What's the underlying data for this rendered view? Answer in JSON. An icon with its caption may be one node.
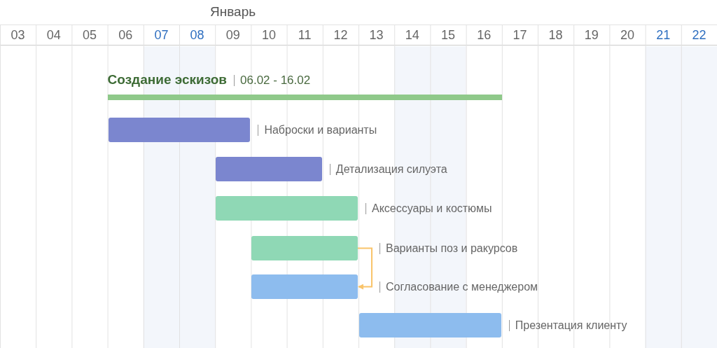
{
  "diagram": {
    "nodes": [
      {
        "text": [
          "Создание эскизов"
        ],
        "beside": [
          "06.02 - 16.02"
        ]
      },
      {
        "text": [
          "Наброски и варианты"
        ]
      },
      {
        "text": [
          "Детализация силуэта"
        ]
      },
      {
        "text": [
          "Аксессуары и костюмы"
        ]
      },
      {
        "text": [
          "Варианты поз и ракурсов"
        ]
      },
      {
        "text": [
          "Согласование с менеджером"
        ]
      },
      {
        "text": [
          "Презентация клиенту"
        ]
      }
    ],
    "edges": [
      {
        "from": 4,
        "to": 5,
        "arrow": "to"
      }
    ],
    "labels": [
      "Январь",
      "03",
      "04",
      "05",
      "06",
      "07",
      "08",
      "09",
      "10",
      "11",
      "12",
      "13",
      "14",
      "15",
      "16",
      "17",
      "18",
      "19",
      "20",
      "21",
      "22"
    ]
  }
}
